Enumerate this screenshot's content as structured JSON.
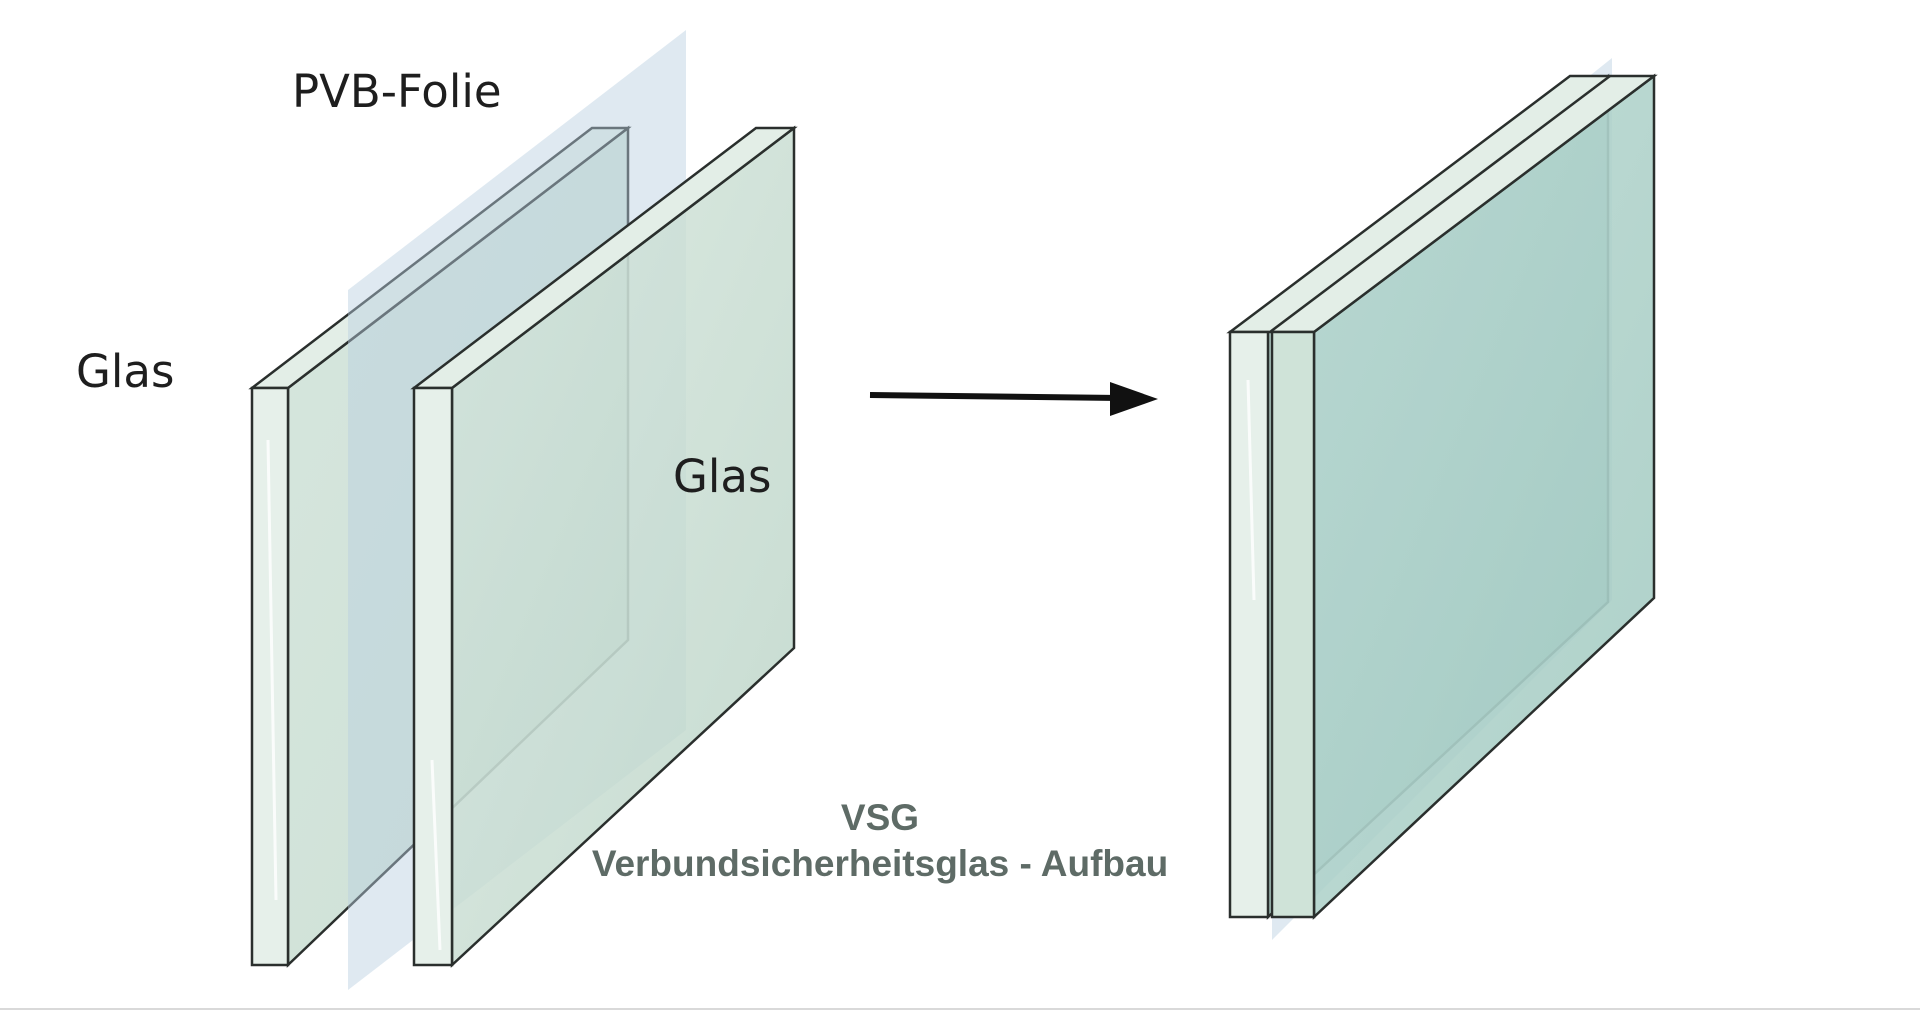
{
  "labels": {
    "glass_left": "Glas",
    "pvb_film": "PVB-Folie",
    "glass_right": "Glas"
  },
  "caption": {
    "line1": "VSG",
    "line2": "Verbundsicherheitsglas - Aufbau"
  },
  "colors": {
    "glass_face": "#c9ded3",
    "glass_edge": "#e3eee7",
    "glass_outline": "#2a2f2d",
    "pvb_film": "#b8cfe0",
    "laminated_face": "#a9cfc8",
    "arrow": "#111111",
    "caption_text": "#5e6b66"
  },
  "icons": {
    "process_arrow": "right-arrow-icon"
  }
}
